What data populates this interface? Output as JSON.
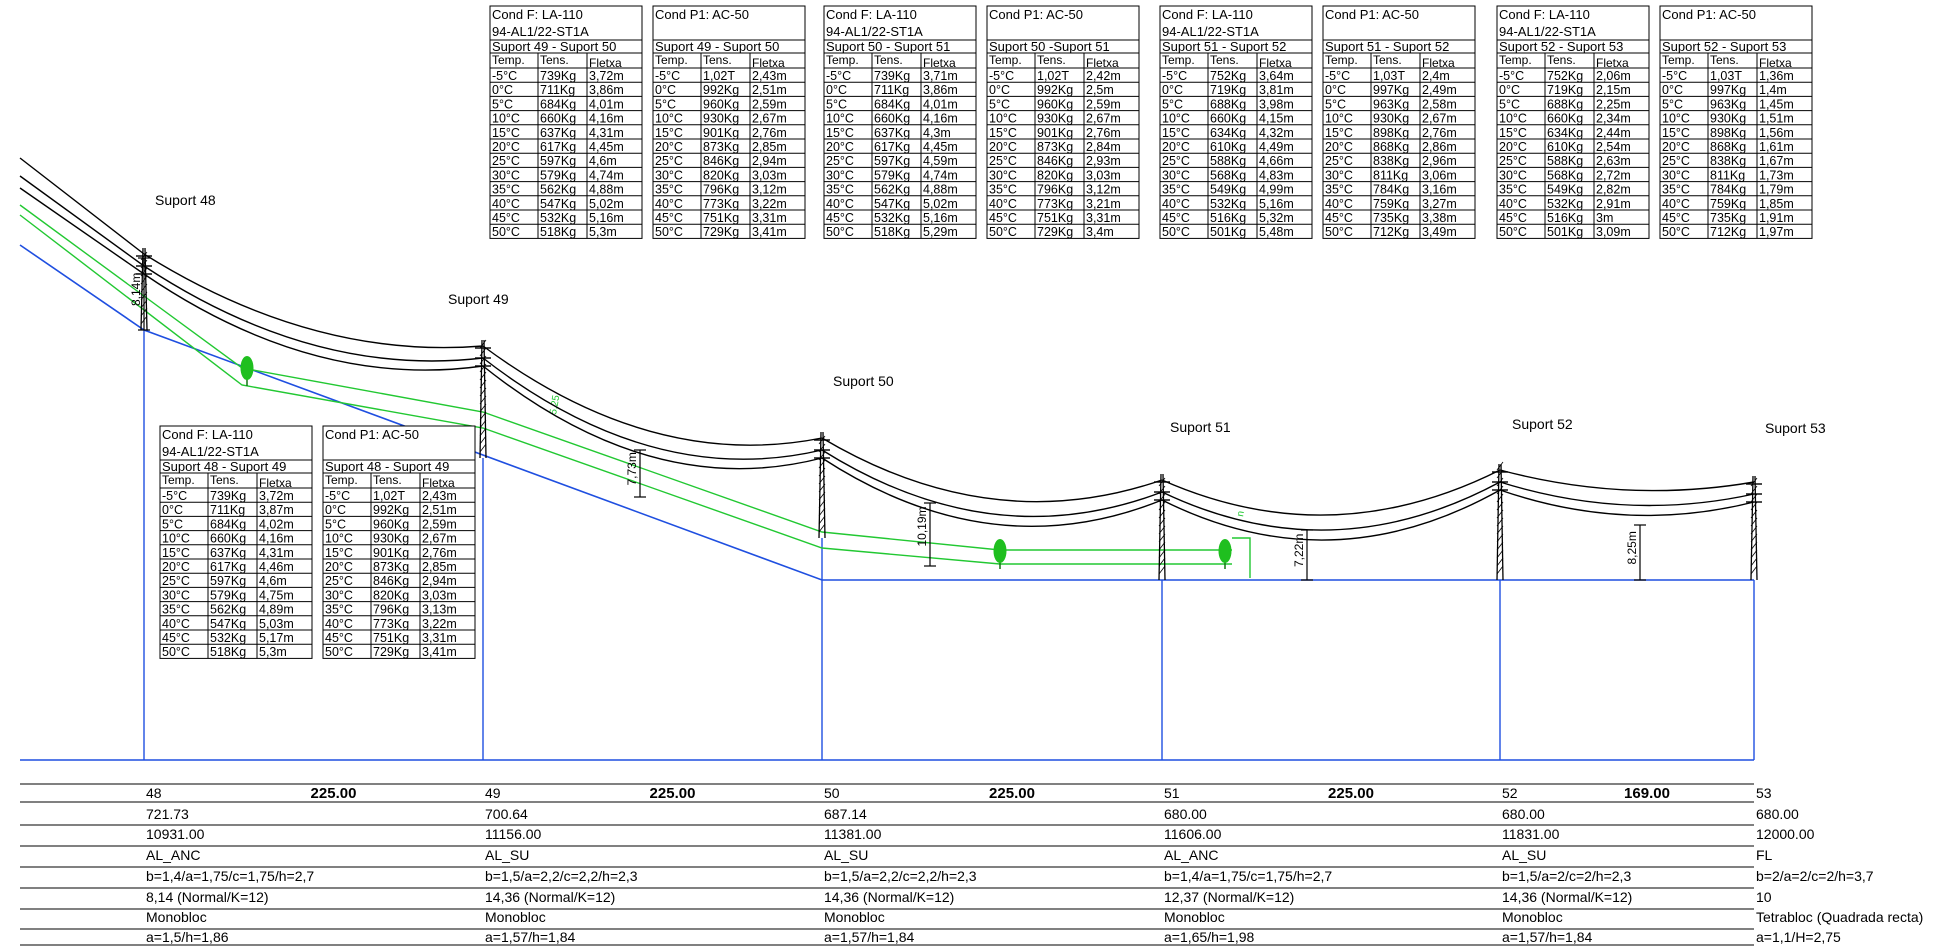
{
  "supports": [
    {
      "id": "48",
      "label": "Suport 48",
      "clearance": "8,14m",
      "info": {
        "distance": "225.00",
        "elevation": "721.73",
        "chainage": "10931.00",
        "type": "AL_ANC",
        "dims": "b=1,4/a=1,75/c=1,75/h=2,7",
        "height": "8,14 (Normal/K=12)",
        "foundation": "Monobloc",
        "foundation_dims": "a=1,5/h=1,86"
      }
    },
    {
      "id": "49",
      "label": "Suport 49",
      "clearance": "7,73m",
      "info": {
        "distance": "225.00",
        "elevation": "700.64",
        "chainage": "11156.00",
        "type": "AL_SU",
        "dims": "b=1,5/a=2,2/c=2,2/h=2,3",
        "height": "14,36 (Normal/K=12)",
        "foundation": "Monobloc",
        "foundation_dims": "a=1,57/h=1,84"
      }
    },
    {
      "id": "50",
      "label": "Suport 50",
      "clearance": "10,19m",
      "info": {
        "distance": "225.00",
        "elevation": "687.14",
        "chainage": "11381.00",
        "type": "AL_SU",
        "dims": "b=1,5/a=2,2/c=2,2/h=2,3",
        "height": "14,36 (Normal/K=12)",
        "foundation": "Monobloc",
        "foundation_dims": "a=1,57/h=1,84"
      }
    },
    {
      "id": "51",
      "label": "Suport 51",
      "clearance": "7,22m",
      "info": {
        "distance": "225.00",
        "elevation": "680.00",
        "chainage": "11606.00",
        "type": "AL_ANC",
        "dims": "b=1,4/a=1,75/c=1,75/h=2,7",
        "height": "12,37 (Normal/K=12)",
        "foundation": "Monobloc",
        "foundation_dims": "a=1,65/h=1,98"
      }
    },
    {
      "id": "52",
      "label": "Suport 52",
      "clearance": "8,25m",
      "info": {
        "distance": "169.00",
        "elevation": "680.00",
        "chainage": "11831.00",
        "type": "AL_SU",
        "dims": "b=1,5/a=2/c=2/h=2,3",
        "height": "14,36 (Normal/K=12)",
        "foundation": "Monobloc",
        "foundation_dims": "a=1,57/h=1,84"
      }
    },
    {
      "id": "53",
      "label": "Suport 53",
      "clearance": "",
      "info": {
        "distance": "",
        "elevation": "680.00",
        "chainage": "12000.00",
        "type": "FL",
        "dims": "b=2/a=2/c=2/h=3,7",
        "height": "10",
        "foundation": "Tetrabloc (Quadrada recta)",
        "foundation_dims": "a=1,1/H=2,75"
      }
    }
  ],
  "green_labels": [
    "5,25",
    "n"
  ],
  "temps": [
    "-5°C",
    "0°C",
    "5°C",
    "10°C",
    "15°C",
    "20°C",
    "25°C",
    "30°C",
    "35°C",
    "40°C",
    "45°C",
    "50°C"
  ],
  "col_headers": {
    "temp": "Temp.",
    "tens": "Tens.",
    "fletxa": "Fletxa"
  },
  "tables": [
    {
      "title1": "Cond F: LA-110",
      "title2": "94-AL1/22-ST1A",
      "span": "Suport 48 - Suport 49",
      "rows": [
        [
          "739Kg",
          "3,72m"
        ],
        [
          "711Kg",
          "3,87m"
        ],
        [
          "684Kg",
          "4,02m"
        ],
        [
          "660Kg",
          "4,16m"
        ],
        [
          "637Kg",
          "4,31m"
        ],
        [
          "617Kg",
          "4,46m"
        ],
        [
          "597Kg",
          "4,6m"
        ],
        [
          "579Kg",
          "4,75m"
        ],
        [
          "562Kg",
          "4,89m"
        ],
        [
          "547Kg",
          "5,03m"
        ],
        [
          "532Kg",
          "5,17m"
        ],
        [
          "518Kg",
          "5,3m"
        ]
      ]
    },
    {
      "title1": "Cond P1: AC-50",
      "title2": "",
      "span": "Suport 48 - Suport 49",
      "rows": [
        [
          "1,02T",
          "2,43m"
        ],
        [
          "992Kg",
          "2,51m"
        ],
        [
          "960Kg",
          "2,59m"
        ],
        [
          "930Kg",
          "2,67m"
        ],
        [
          "901Kg",
          "2,76m"
        ],
        [
          "873Kg",
          "2,85m"
        ],
        [
          "846Kg",
          "2,94m"
        ],
        [
          "820Kg",
          "3,03m"
        ],
        [
          "796Kg",
          "3,13m"
        ],
        [
          "773Kg",
          "3,22m"
        ],
        [
          "751Kg",
          "3,31m"
        ],
        [
          "729Kg",
          "3,41m"
        ]
      ]
    },
    {
      "title1": "Cond F: LA-110",
      "title2": "94-AL1/22-ST1A",
      "span": "Suport 49 - Suport 50",
      "rows": [
        [
          "739Kg",
          "3,72m"
        ],
        [
          "711Kg",
          "3,86m"
        ],
        [
          "684Kg",
          "4,01m"
        ],
        [
          "660Kg",
          "4,16m"
        ],
        [
          "637Kg",
          "4,31m"
        ],
        [
          "617Kg",
          "4,45m"
        ],
        [
          "597Kg",
          "4,6m"
        ],
        [
          "579Kg",
          "4,74m"
        ],
        [
          "562Kg",
          "4,88m"
        ],
        [
          "547Kg",
          "5,02m"
        ],
        [
          "532Kg",
          "5,16m"
        ],
        [
          "518Kg",
          "5,3m"
        ]
      ]
    },
    {
      "title1": "Cond P1: AC-50",
      "title2": "",
      "span": "Suport 49 - Suport 50",
      "rows": [
        [
          "1,02T",
          "2,43m"
        ],
        [
          "992Kg",
          "2,51m"
        ],
        [
          "960Kg",
          "2,59m"
        ],
        [
          "930Kg",
          "2,67m"
        ],
        [
          "901Kg",
          "2,76m"
        ],
        [
          "873Kg",
          "2,85m"
        ],
        [
          "846Kg",
          "2,94m"
        ],
        [
          "820Kg",
          "3,03m"
        ],
        [
          "796Kg",
          "3,12m"
        ],
        [
          "773Kg",
          "3,22m"
        ],
        [
          "751Kg",
          "3,31m"
        ],
        [
          "729Kg",
          "3,41m"
        ]
      ]
    },
    {
      "title1": "Cond F: LA-110",
      "title2": "94-AL1/22-ST1A",
      "span": "Suport 50 - Suport 51",
      "rows": [
        [
          "739Kg",
          "3,71m"
        ],
        [
          "711Kg",
          "3,86m"
        ],
        [
          "684Kg",
          "4,01m"
        ],
        [
          "660Kg",
          "4,16m"
        ],
        [
          "637Kg",
          "4,3m"
        ],
        [
          "617Kg",
          "4,45m"
        ],
        [
          "597Kg",
          "4,59m"
        ],
        [
          "579Kg",
          "4,74m"
        ],
        [
          "562Kg",
          "4,88m"
        ],
        [
          "547Kg",
          "5,02m"
        ],
        [
          "532Kg",
          "5,16m"
        ],
        [
          "518Kg",
          "5,29m"
        ]
      ]
    },
    {
      "title1": "Cond P1: AC-50",
      "title2": "",
      "span": "Suport 50 -Suport 51",
      "rows": [
        [
          "1,02T",
          "2,42m"
        ],
        [
          "992Kg",
          "2,5m"
        ],
        [
          "960Kg",
          "2,59m"
        ],
        [
          "930Kg",
          "2,67m"
        ],
        [
          "901Kg",
          "2,76m"
        ],
        [
          "873Kg",
          "2,84m"
        ],
        [
          "846Kg",
          "2,93m"
        ],
        [
          "820Kg",
          "3,03m"
        ],
        [
          "796Kg",
          "3,12m"
        ],
        [
          "773Kg",
          "3,21m"
        ],
        [
          "751Kg",
          "3,31m"
        ],
        [
          "729Kg",
          "3,4m"
        ]
      ]
    },
    {
      "title1": "Cond F: LA-110",
      "title2": "94-AL1/22-ST1A",
      "span": "Suport 51 - Suport 52",
      "rows": [
        [
          "752Kg",
          "3,64m"
        ],
        [
          "719Kg",
          "3,81m"
        ],
        [
          "688Kg",
          "3,98m"
        ],
        [
          "660Kg",
          "4,15m"
        ],
        [
          "634Kg",
          "4,32m"
        ],
        [
          "610Kg",
          "4,49m"
        ],
        [
          "588Kg",
          "4,66m"
        ],
        [
          "568Kg",
          "4,83m"
        ],
        [
          "549Kg",
          "4,99m"
        ],
        [
          "532Kg",
          "5,16m"
        ],
        [
          "516Kg",
          "5,32m"
        ],
        [
          "501Kg",
          "5,48m"
        ]
      ]
    },
    {
      "title1": "Cond P1: AC-50",
      "title2": "",
      "span": "Suport 51 - Suport 52",
      "rows": [
        [
          "1,03T",
          "2,4m"
        ],
        [
          "997Kg",
          "2,49m"
        ],
        [
          "963Kg",
          "2,58m"
        ],
        [
          "930Kg",
          "2,67m"
        ],
        [
          "898Kg",
          "2,76m"
        ],
        [
          "868Kg",
          "2,86m"
        ],
        [
          "838Kg",
          "2,96m"
        ],
        [
          "811Kg",
          "3,06m"
        ],
        [
          "784Kg",
          "3,16m"
        ],
        [
          "759Kg",
          "3,27m"
        ],
        [
          "735Kg",
          "3,38m"
        ],
        [
          "712Kg",
          "3,49m"
        ]
      ]
    },
    {
      "title1": "Cond F: LA-110",
      "title2": "94-AL1/22-ST1A",
      "span": "Suport 52 - Suport 53",
      "rows": [
        [
          "752Kg",
          "2,06m"
        ],
        [
          "719Kg",
          "2,15m"
        ],
        [
          "688Kg",
          "2,25m"
        ],
        [
          "660Kg",
          "2,34m"
        ],
        [
          "634Kg",
          "2,44m"
        ],
        [
          "610Kg",
          "2,54m"
        ],
        [
          "588Kg",
          "2,63m"
        ],
        [
          "568Kg",
          "2,72m"
        ],
        [
          "549Kg",
          "2,82m"
        ],
        [
          "532Kg",
          "2,91m"
        ],
        [
          "516Kg",
          "3m"
        ],
        [
          "501Kg",
          "3,09m"
        ]
      ]
    },
    {
      "title1": "Cond P1: AC-50",
      "title2": "",
      "span": "Suport 52 - Suport 53",
      "rows": [
        [
          "1,03T",
          "1,36m"
        ],
        [
          "997Kg",
          "1,4m"
        ],
        [
          "963Kg",
          "1,45m"
        ],
        [
          "930Kg",
          "1,51m"
        ],
        [
          "898Kg",
          "1,56m"
        ],
        [
          "868Kg",
          "1,61m"
        ],
        [
          "838Kg",
          "1,67m"
        ],
        [
          "811Kg",
          "1,73m"
        ],
        [
          "784Kg",
          "1,79m"
        ],
        [
          "759Kg",
          "1,85m"
        ],
        [
          "735Kg",
          "1,91m"
        ],
        [
          "712Kg",
          "1,97m"
        ]
      ]
    }
  ],
  "colors": {
    "ground": "#1f4fe0",
    "conductor": "#000000",
    "clearance": "#22c832",
    "tree": "#1fbf1f",
    "tree_trunk": "#117711"
  }
}
